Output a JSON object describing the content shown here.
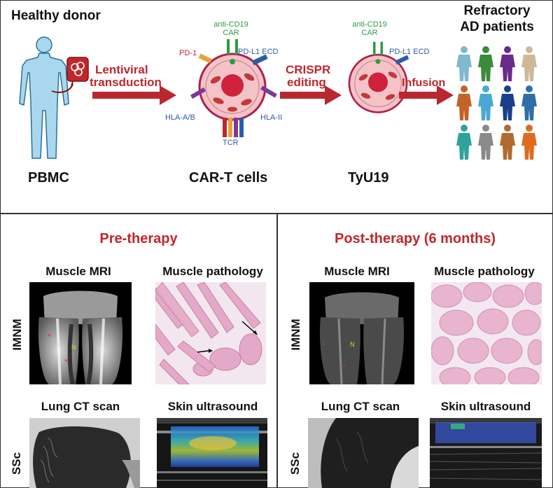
{
  "top": {
    "healthy_donor": "Healthy donor",
    "pbmc": "PBMC",
    "lentiviral_line1": "Lentiviral",
    "lentiviral_line2": "transduction",
    "car_t_cells": "CAR-T cells",
    "crispr_line1": "CRISPR",
    "crispr_line2": "editing",
    "tyu19": "TyU19",
    "infusion": "Infusion",
    "refractory_line1": "Refractory",
    "refractory_line2": "AD patients",
    "cell1": {
      "anti_cd19_line1": "anti-CD19",
      "anti_cd19_line2": "CAR",
      "pd1": "PD-1",
      "pdl1_ecd": "PD-L1 ECD",
      "hla_ab": "HLA-A/B",
      "hla_ii": "HLA-II",
      "tcr": "TCR"
    },
    "cell2": {
      "anti_cd19_line1": "anti-CD19",
      "anti_cd19_line2": "CAR",
      "pdl1_ecd": "PD-L1 ECD"
    },
    "people_colors": [
      "#7fb9cf",
      "#3a8a3a",
      "#6a2a8a",
      "#cdb99a",
      "#c4622a",
      "#49a9d6",
      "#1b3f8a",
      "#2f6fa8",
      "#2ea39a",
      "#8a8a8a",
      "#b06a30",
      "#e06a20"
    ]
  },
  "pre": {
    "title": "Pre-therapy",
    "muscle_mri": "Muscle MRI",
    "muscle_pathology": "Muscle pathology",
    "lung_ct": "Lung CT scan",
    "skin_us": "Skin ultrasound",
    "mri_n": "N"
  },
  "post": {
    "title": "Post-therapy (6 months)",
    "muscle_mri": "Muscle MRI",
    "muscle_pathology": "Muscle pathology",
    "lung_ct": "Lung CT scan",
    "skin_us": "Skin ultrasound",
    "mri_n": "N"
  },
  "rows": {
    "imnm": "IMNM",
    "ssc": "SSc"
  },
  "colors": {
    "arrow": "#b8282e",
    "label_red": "#c0272d",
    "body_blue": "#a9d8ee",
    "cell_pink": "#f3c3c8",
    "cell_outline": "#b01f4c"
  }
}
